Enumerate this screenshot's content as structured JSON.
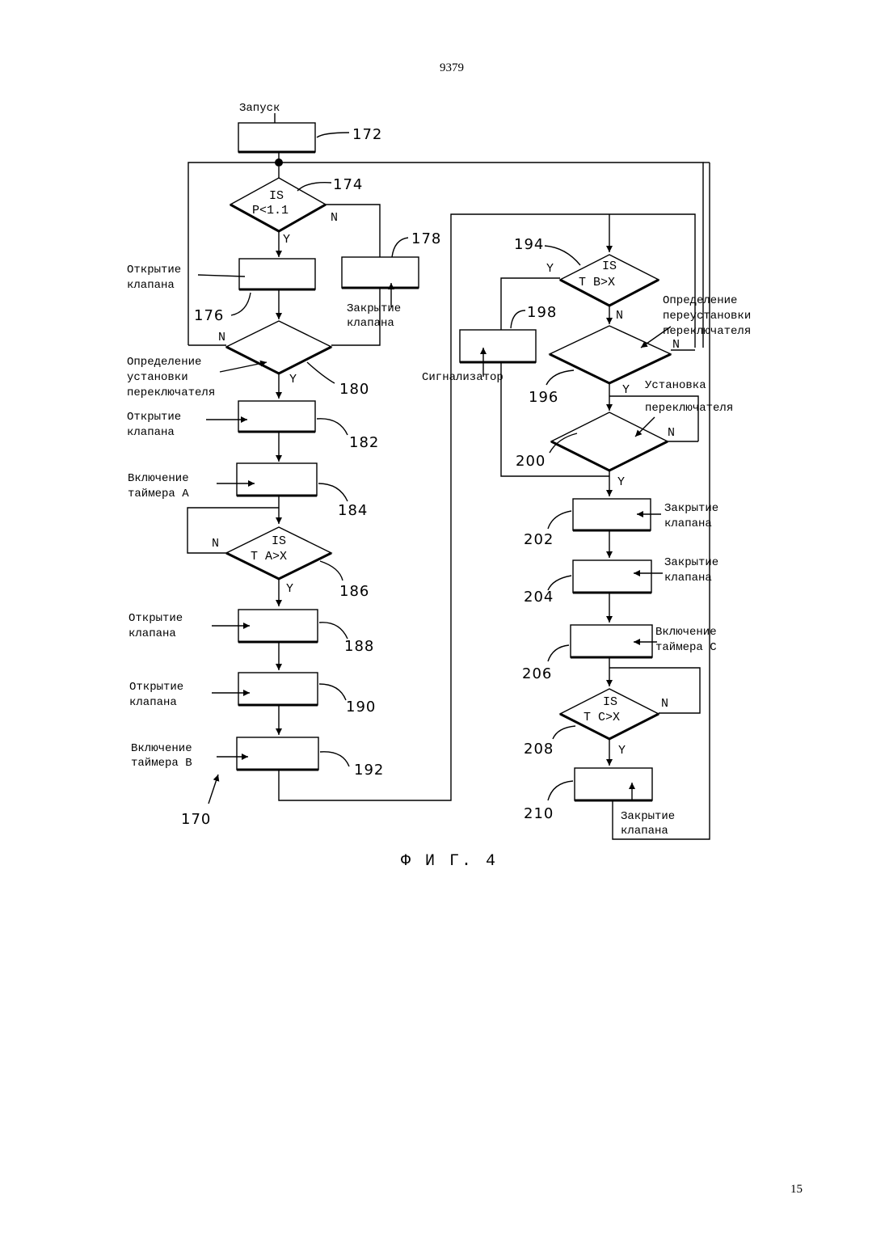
{
  "page": {
    "top_number": "9379",
    "bottom_number": "15"
  },
  "figure": {
    "caption": "Ф И Г. 4",
    "ref": "170"
  },
  "labels": {
    "start": "Запуск",
    "open_valve": "Открытие",
    "valve": "клапана",
    "close_valve": "Закрытие",
    "determine": "Определение",
    "setting": "установки",
    "switch": "переключателя",
    "resetting": "переустановки",
    "enable": "Включение",
    "timer_a": "таймера А",
    "timer_b": "таймера В",
    "timer_c": "таймера С",
    "signaller": "Сигнализатор",
    "setting_cap": "Установка"
  },
  "conditions": {
    "c174_l1": "IS",
    "c174_l2": "P<1.1",
    "c186_l1": "IS",
    "c186_l2": "T A>X",
    "c194_l1": "IS",
    "c194_l2": "T B>X",
    "c208_l1": "IS",
    "c208_l2": "T C>X"
  },
  "branch": {
    "yes": "Y",
    "no": "N"
  },
  "refs": {
    "r172": "172",
    "r174": "174",
    "r176": "176",
    "r178": "178",
    "r180": "180",
    "r182": "182",
    "r184": "184",
    "r186": "186",
    "r188": "188",
    "r190": "190",
    "r192": "192",
    "r194": "194",
    "r196": "196",
    "r198": "198",
    "r200": "200",
    "r202": "202",
    "r204": "204",
    "r206": "206",
    "r208": "208",
    "r210": "210"
  }
}
